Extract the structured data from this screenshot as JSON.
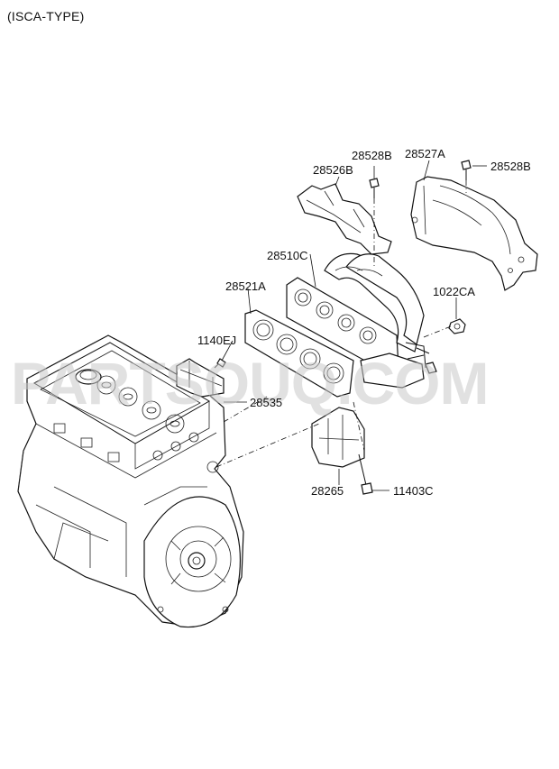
{
  "diagram": {
    "title": "(ISCA-TYPE)",
    "watermark": "PARTSOUQ.COM",
    "labels": {
      "p28528B_top": "28528B",
      "p28527A": "28527A",
      "p28528B_right": "28528B",
      "p28526B": "28526B",
      "p28510C": "28510C",
      "p28521A": "28521A",
      "p1022CA": "1022CA",
      "p1140EJ": "1140EJ",
      "p28535": "28535",
      "p28265": "28265",
      "p11403C": "11403C"
    }
  }
}
